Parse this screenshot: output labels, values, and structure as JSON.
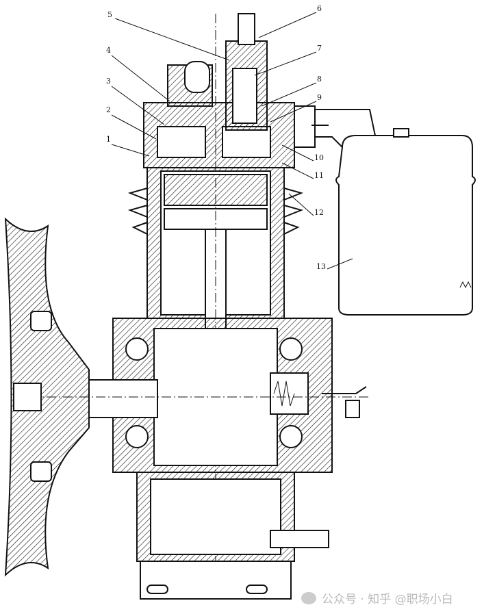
{
  "diagram": {
    "title": "Air compressor cross-section",
    "part_labels": [
      "1",
      "2",
      "3",
      "4",
      "5",
      "6",
      "7",
      "8",
      "9",
      "10",
      "11",
      "12",
      "13"
    ]
  },
  "watermark": {
    "text": "公众号 · 知乎 @职场小白"
  }
}
